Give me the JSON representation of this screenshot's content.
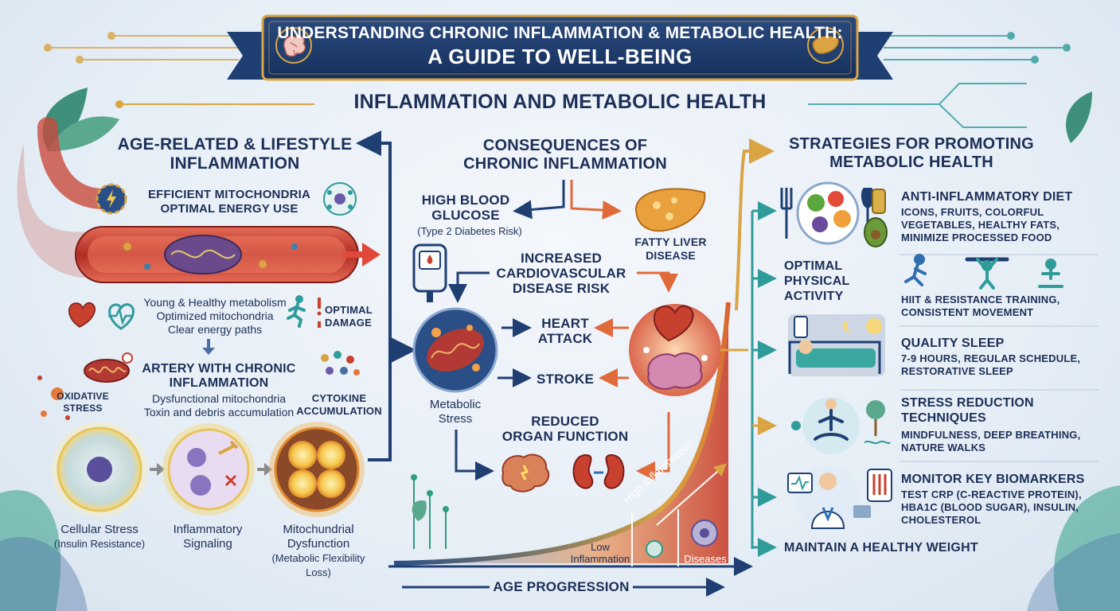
{
  "banner": {
    "line1": "Understanding Chronic Inflammation & Metabolic Health:",
    "line2": "A Guide to Well-Being"
  },
  "section_title": "Inflammation and Metabolic Health",
  "left": {
    "title1": "Age-Related & Lifestyle",
    "title2": "Inflammation",
    "efficient1": "Efficient Mitochondria",
    "efficient2": "Optimal Energy Use",
    "young1": "Young & Healthy metabolism",
    "young2": "Optimized mitochondria",
    "young3": "Clear energy paths",
    "optimal": "Optimal",
    "damage": "Damage",
    "artery1": "Artery with Chronic",
    "artery2": "Inflammation",
    "oxidative1": "Oxidative",
    "oxidative2": "Stress",
    "dysfunctional": "Dysfunctional mitochondria",
    "toxin": "Toxin and debris accumulation",
    "cytokine1": "Cytokine",
    "cytokine2": "Accumulation",
    "stage1a": "Cellular Stress",
    "stage1b": "(Insulin Resistance)",
    "stage2a": "Inflammatory",
    "stage2b": "Signaling",
    "stage3a": "Mitochundrial",
    "stage3b": "Dysfunction",
    "stage3c": "(Metabolic Flexibility",
    "stage3d": "Loss)"
  },
  "middle": {
    "title1": "Consequences of",
    "title2": "Chronic Inflammation",
    "glucose1": "High Blood",
    "glucose2": "Glucose",
    "glucose3": "(Type 2 Diabetes Risk)",
    "liver1": "Fatty Liver",
    "liver2": "Disease",
    "cardio1": "Increased",
    "cardio2": "Cardiovascular",
    "cardio3": "Disease Risk",
    "heart1": "Heart",
    "heart2": "Attack",
    "stroke": "Stroke",
    "metabolic1": "Metabolic",
    "metabolic2": "Stress",
    "organ1": "Reduced",
    "organ2": "Organ Function",
    "low1": "Low",
    "low2": "Inflammation",
    "high": "High Inflammation",
    "diseases": "Diseases",
    "age": "Age Progression"
  },
  "right": {
    "title1": "Strategies for Promoting",
    "title2": "Metabolic Health",
    "diet_h": "Anti-Inflammatory Diet",
    "diet1": "Icons, fruits, colorful",
    "diet2": "vegetables, healthy fats,",
    "diet3": "minimize processed food",
    "phys1": "Optimal",
    "phys2": "Physical",
    "phys3": "Activity",
    "hiit1": "HIIT & Resistance Training,",
    "hiit2": "Consistent Movement",
    "sleep_h": "Quality Sleep",
    "sleep1": "7-9 hours, regular schedule,",
    "sleep2": "restorative sleep",
    "stress_h1": "Stress Reduction",
    "stress_h2": "Techniques",
    "stress1": "Mindfulness, Deep Breathing,",
    "stress2": "Nature Walks",
    "bio_h": "Monitor Key Biomarkers",
    "bio1": "Test CRP (C-Reactive Protein),",
    "bio2": "HbA1c (Blood Sugar), Insulin,",
    "bio3": "Cholesterol",
    "weight": "Maintain a Healthy Weight"
  },
  "colors": {
    "navy": "#1c2f57",
    "gold": "#d9a441",
    "teal": "#2f9c9a",
    "red": "#c8402e",
    "orange": "#e4793a"
  }
}
